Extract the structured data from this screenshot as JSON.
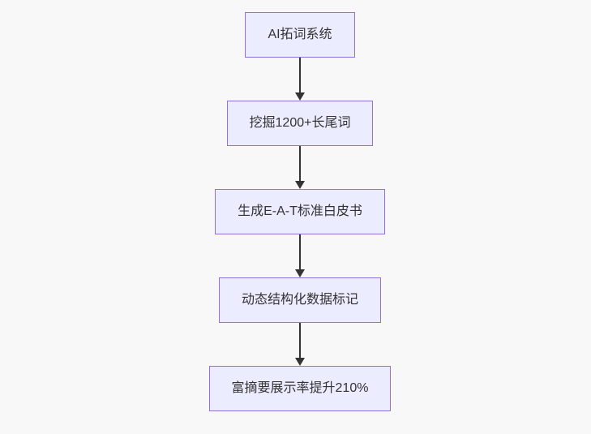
{
  "flowchart": {
    "type": "flowchart",
    "direction": "top-down",
    "nodes": [
      {
        "id": "A",
        "label": "AI拓词系统"
      },
      {
        "id": "B",
        "label": "挖掘1200+长尾词"
      },
      {
        "id": "C",
        "label": "生成E-A-T标准白皮书"
      },
      {
        "id": "D",
        "label": "动态结构化数据标记"
      },
      {
        "id": "E",
        "label": "富摘要展示率提升210%"
      }
    ],
    "edges": [
      {
        "from": "A",
        "to": "B",
        "arrow": "down"
      },
      {
        "from": "B",
        "to": "C",
        "arrow": "down"
      },
      {
        "from": "C",
        "to": "D",
        "arrow": "down"
      },
      {
        "from": "D",
        "to": "E",
        "arrow": "down"
      }
    ]
  },
  "colors": {
    "background": "#f8f8f8",
    "node_fill": "#ececff",
    "node_border": "#9370db",
    "node_text": "#333333",
    "edge_line": "#333333",
    "arrowhead": "#333333"
  }
}
